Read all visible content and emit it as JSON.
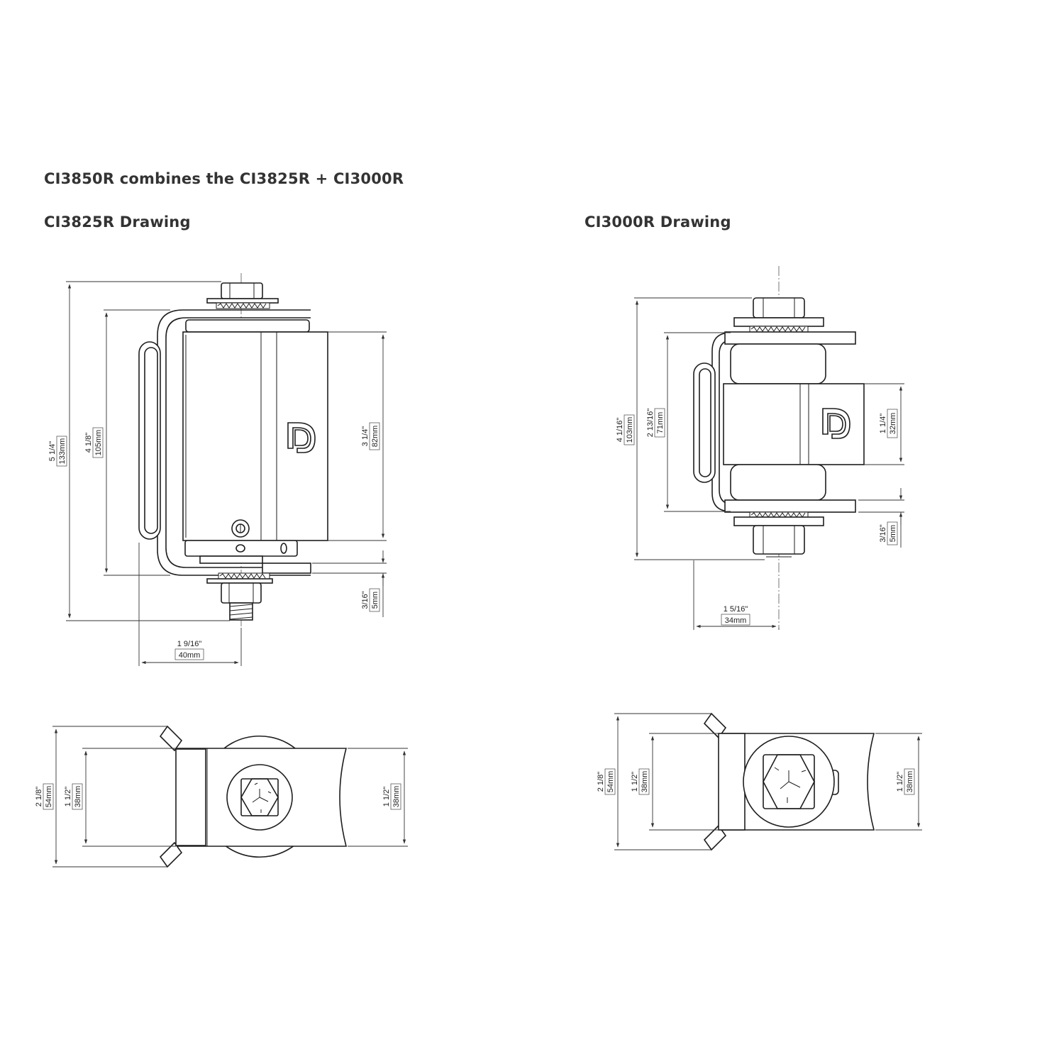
{
  "headings": {
    "main": "CI3850R combines the CI3825R + CI3000R",
    "left": "CI3825R Drawing",
    "right": "CI3000R Drawing"
  },
  "ci3825r": {
    "front": {
      "overall_height": {
        "imperial": "5 1/4\"",
        "metric": "133mm"
      },
      "bracket_height": {
        "imperial": "4 1/8\"",
        "metric": "105mm"
      },
      "body_height": {
        "imperial": "3 1/4\"",
        "metric": "82mm"
      },
      "plate_thickness": {
        "imperial": "3/16\"",
        "metric": "5mm"
      },
      "width": {
        "imperial": "1 9/16\"",
        "metric": "40mm"
      }
    },
    "top": {
      "overall_width": {
        "imperial": "2 1/8\"",
        "metric": "54mm"
      },
      "bracket_width": {
        "imperial": "1 1/2\"",
        "metric": "38mm"
      },
      "plate_width": {
        "imperial": "1 1/2\"",
        "metric": "38mm"
      }
    }
  },
  "ci3000r": {
    "front": {
      "overall_height": {
        "imperial": "4 1/16\"",
        "metric": "103mm"
      },
      "bracket_height": {
        "imperial": "2 13/16\"",
        "metric": "71mm"
      },
      "plate_width": {
        "imperial": "1 1/4\"",
        "metric": "32mm"
      },
      "plate_thickness": {
        "imperial": "3/16\"",
        "metric": "5mm"
      },
      "width": {
        "imperial": "1 5/16\"",
        "metric": "34mm"
      }
    },
    "top": {
      "overall_width": {
        "imperial": "2 1/8\"",
        "metric": "54mm"
      },
      "bracket_width": {
        "imperial": "1 1/2\"",
        "metric": "38mm"
      },
      "plate_width": {
        "imperial": "1 1/2\"",
        "metric": "38mm"
      }
    }
  }
}
